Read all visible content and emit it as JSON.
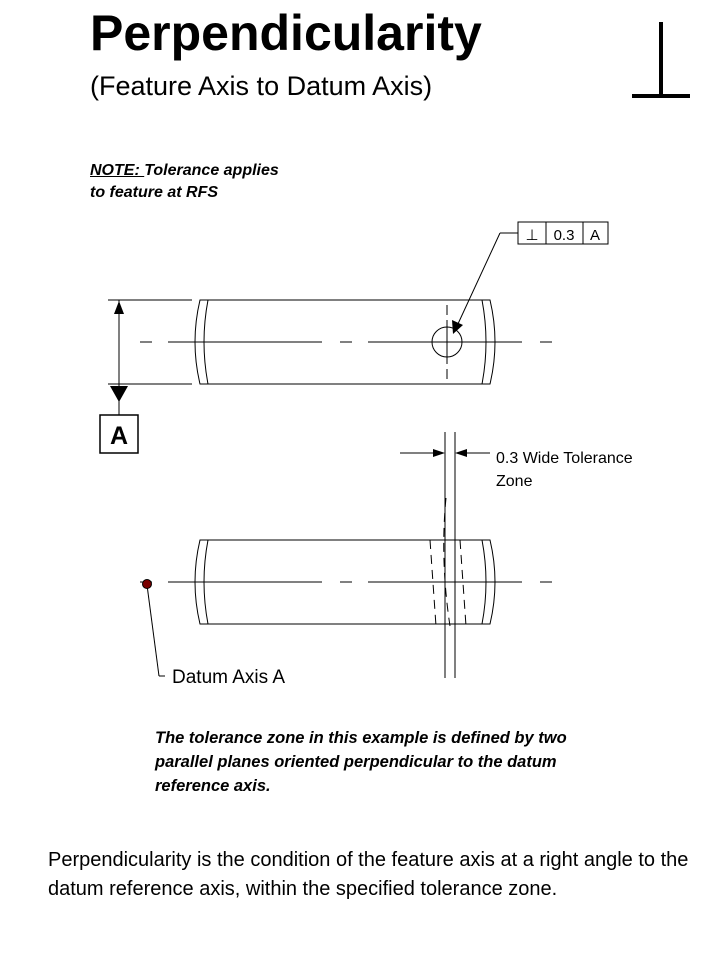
{
  "title": "Perpendicularity",
  "subtitle": "(Feature Axis to Datum Axis)",
  "perpendicular_symbol": "⊥",
  "note": {
    "heading": "NOTE: ",
    "line1": "Tolerance applies",
    "line2": "to feature at RFS"
  },
  "feature_control_frame": {
    "symbol": "⊥",
    "tolerance": "0.3",
    "datum": "A"
  },
  "datum_label": "A",
  "tolerance_zone_label": {
    "line1": "0.3 Wide Tolerance",
    "line2": "Zone"
  },
  "datum_axis_label": "Datum Axis A",
  "explanation": "The tolerance zone in this example is defined by two parallel  planes oriented perpendicular to the datum reference axis.",
  "description": "Perpendicularity is the condition of the feature axis at a right angle to the datum reference axis, within the specified tolerance zone."
}
